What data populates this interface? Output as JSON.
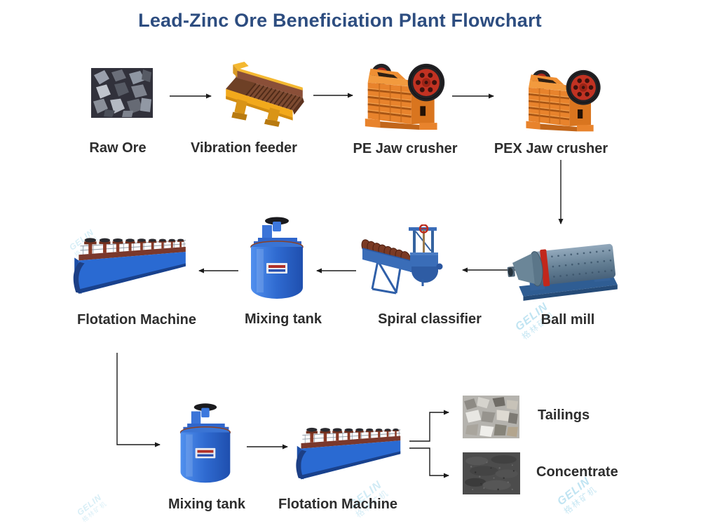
{
  "title": "Lead-Zinc Ore Beneficiation Plant Flowchart",
  "labels": {
    "raw_ore": "Raw Ore",
    "vibration_feeder": "Vibration feeder",
    "pe_jaw_crusher": "PE Jaw crusher",
    "pex_jaw_crusher": "PEX Jaw crusher",
    "ball_mill": "Ball mill",
    "spiral_classifier": "Spiral classifier",
    "mixing_tank_1": "Mixing tank",
    "flotation_machine_1": "Flotation Machine",
    "mixing_tank_2": "Mixing tank",
    "flotation_machine_2": "Flotation Machine",
    "tailings": "Tailings",
    "concentrate": "Concentrate"
  },
  "watermark": {
    "latin": "GELIN",
    "chinese": "格林矿机"
  },
  "flow_edges": [
    "Raw Ore -> Vibration feeder",
    "Vibration feeder -> PE Jaw crusher",
    "PE Jaw crusher -> PEX Jaw crusher",
    "PEX Jaw crusher -> Ball mill",
    "Ball mill -> Spiral classifier",
    "Spiral classifier -> Mixing tank",
    "Mixing tank -> Flotation Machine",
    "Flotation Machine -> Mixing tank (stage 2)",
    "Mixing tank (stage 2) -> Flotation Machine (stage 2)",
    "Flotation Machine (stage 2) -> Tailings",
    "Flotation Machine (stage 2) -> Concentrate"
  ],
  "colors": {
    "title": "#2d4d80",
    "label": "#2d2d2d",
    "arrow": "#1b1b1b",
    "crusher_orange": "#e8832c",
    "flywheel_red": "#c13222",
    "feeder_yellow": "#f0a81e",
    "machine_blue": "#2a6ad2",
    "ball_mill_steel": "#7b93a8",
    "watermark_blue": "#8ecfe8"
  }
}
